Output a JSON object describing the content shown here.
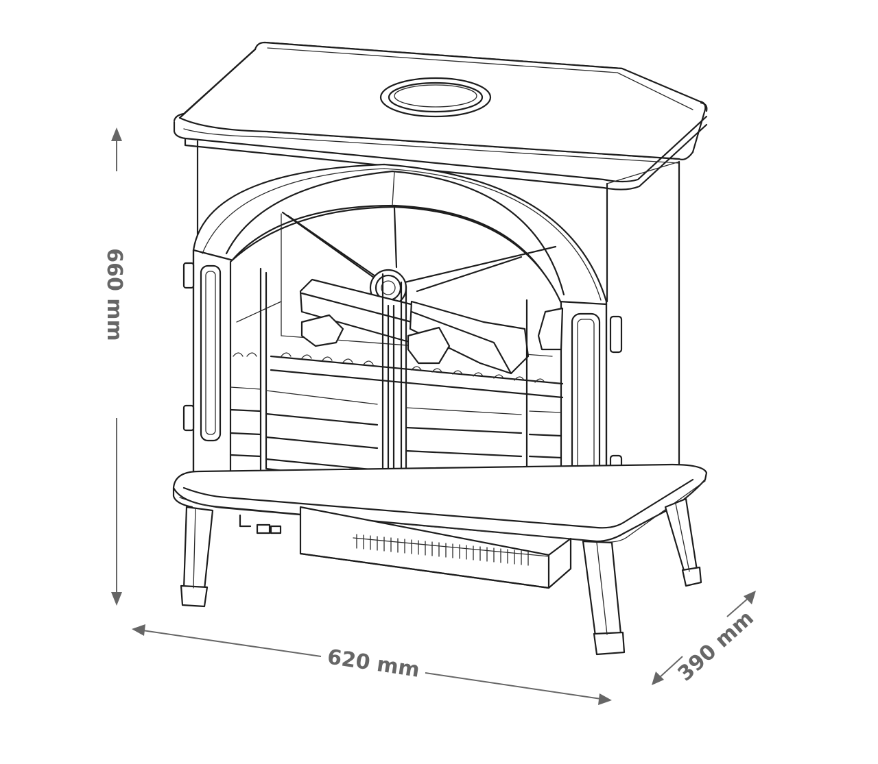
{
  "dimensions": {
    "height": {
      "label": "660 mm"
    },
    "width": {
      "label": "620 mm"
    },
    "depth": {
      "label": "390 mm"
    }
  },
  "colors": {
    "line": "#1d1d1d",
    "dimension": "#666666",
    "background": "#ffffff"
  }
}
